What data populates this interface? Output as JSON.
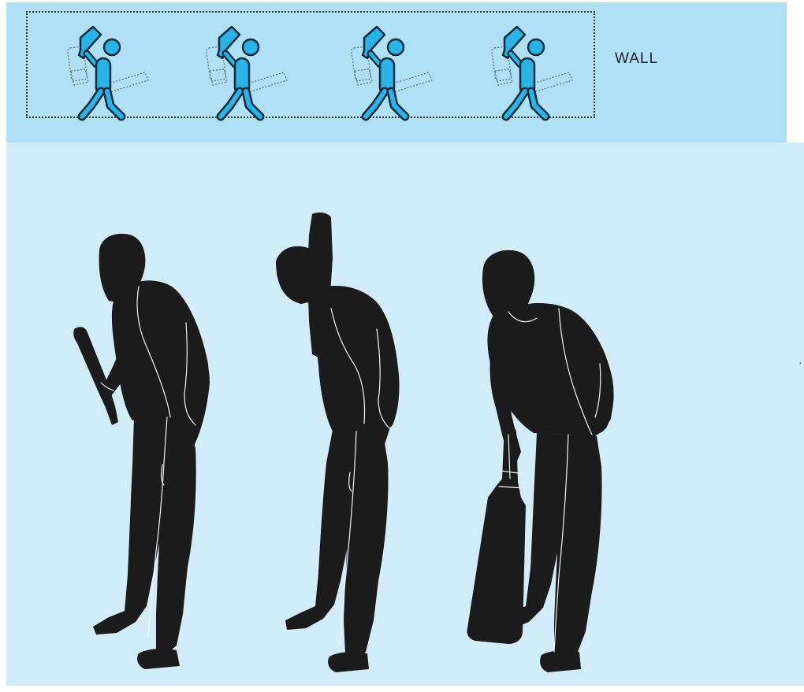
{
  "wall": {
    "label": "WALL"
  },
  "colors": {
    "wall_band": "#b0e0f6",
    "background_panel": "#d3ecfa",
    "icon_fill": "#29b4e8",
    "icon_outline": "#0f2a3a",
    "silhouette": "#1b1b1b",
    "dotted_border": "#2b2b2b"
  },
  "icons": [
    {
      "name": "batter-icon"
    },
    {
      "name": "batter-icon"
    },
    {
      "name": "batter-icon"
    },
    {
      "name": "batter-icon"
    }
  ],
  "figures": [
    {
      "name": "batter-silhouette-bat-raised-front"
    },
    {
      "name": "batter-silhouette-bat-over-shoulder"
    },
    {
      "name": "batter-silhouette-bat-grounded"
    }
  ]
}
